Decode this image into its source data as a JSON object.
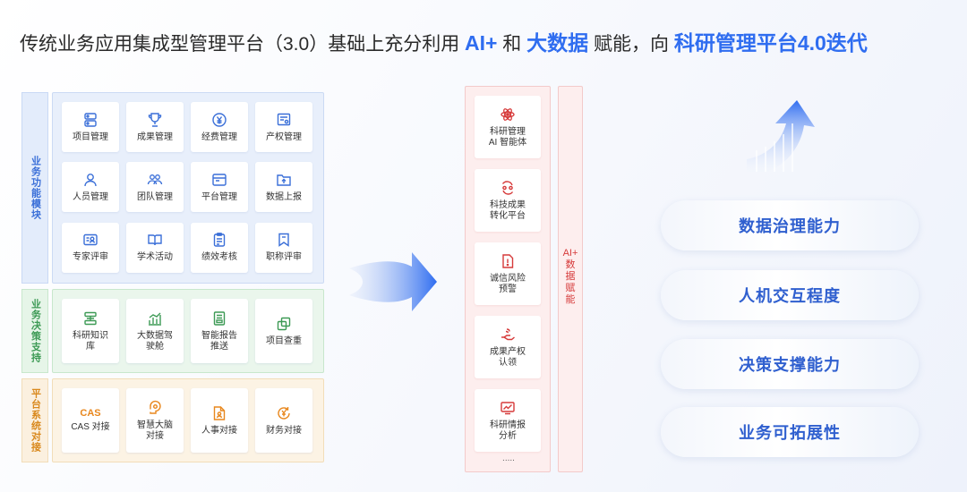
{
  "title": {
    "p1": "传统业务应用集成型管理平台（3.0）基础上充分利用 ",
    "h1": "AI+",
    "p2": " 和 ",
    "h2": "大数据",
    "p3": " 赋能，向 ",
    "h3": "科研管理平台4.0迭代"
  },
  "groups": {
    "business": {
      "label": "业务功能模块",
      "items": [
        {
          "label": "项目管理",
          "icon": "project-icon"
        },
        {
          "label": "成果管理",
          "icon": "trophy-icon"
        },
        {
          "label": "经费管理",
          "icon": "yen-coin-icon"
        },
        {
          "label": "产权管理",
          "icon": "certificate-icon"
        },
        {
          "label": "人员管理",
          "icon": "person-icon"
        },
        {
          "label": "团队管理",
          "icon": "team-icon"
        },
        {
          "label": "平台管理",
          "icon": "browser-window-icon"
        },
        {
          "label": "数据上报",
          "icon": "folder-upload-icon"
        },
        {
          "label": "专家评审",
          "icon": "expert-card-icon"
        },
        {
          "label": "学术活动",
          "icon": "open-book-icon"
        },
        {
          "label": "绩效考核",
          "icon": "clipboard-icon"
        },
        {
          "label": "职称评审",
          "icon": "bookmark-icon"
        }
      ]
    },
    "decision": {
      "label": "业务决策支持",
      "items": [
        {
          "label": "科研知识\n库",
          "icon": "database-icon"
        },
        {
          "label": "大数据驾\n驶舱",
          "icon": "bar-chart-icon"
        },
        {
          "label": "智能报告\n推送",
          "icon": "report-icon"
        },
        {
          "label": "项目查重",
          "icon": "duplicate-icon"
        }
      ]
    },
    "integration": {
      "label": "平台系统对接",
      "items": [
        {
          "label": "CAS 对接",
          "icon": "cas-text-icon",
          "mark": "CAS"
        },
        {
          "label": "智慧大脑\n对接",
          "icon": "brain-icon"
        },
        {
          "label": "人事对接",
          "icon": "document-person-icon"
        },
        {
          "label": "财务对接",
          "icon": "finance-icon"
        }
      ]
    }
  },
  "ai_column": {
    "items": [
      {
        "label": "科研管理\nAI 智能体",
        "icon": "atom-icon"
      },
      {
        "label": "科技成果\n转化平台",
        "icon": "transform-icon"
      },
      {
        "label": "诚信风险\n预警",
        "icon": "warning-file-icon"
      },
      {
        "label": "成果产权\n认领",
        "icon": "hand-claim-icon"
      },
      {
        "label": "科研情报\n分析",
        "icon": "analysis-chart-icon"
      }
    ],
    "more": ".....",
    "side_label": "AI+\n数\n据\n赋\n能"
  },
  "capabilities": [
    "数据治理能力",
    "人机交互程度",
    "决策支撑能力",
    "业务可拓展性"
  ],
  "colors": {
    "blue": "#3a6fd8",
    "green": "#3d9a55",
    "orange": "#e8871d",
    "red": "#d63a3a",
    "accent": "#2f6df0"
  }
}
